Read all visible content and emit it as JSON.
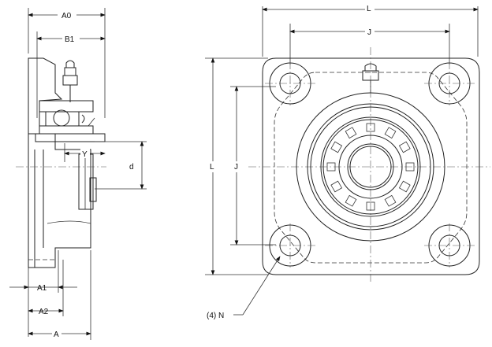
{
  "dimensions": {
    "A0": "A0",
    "B1": "B1",
    "Y": "Y",
    "d": "d",
    "A1": "A1",
    "A2": "A2",
    "A": "A",
    "L_top": "L",
    "J_top": "J",
    "L_side": "L",
    "J_side": "J",
    "N_note": "(4) N"
  }
}
